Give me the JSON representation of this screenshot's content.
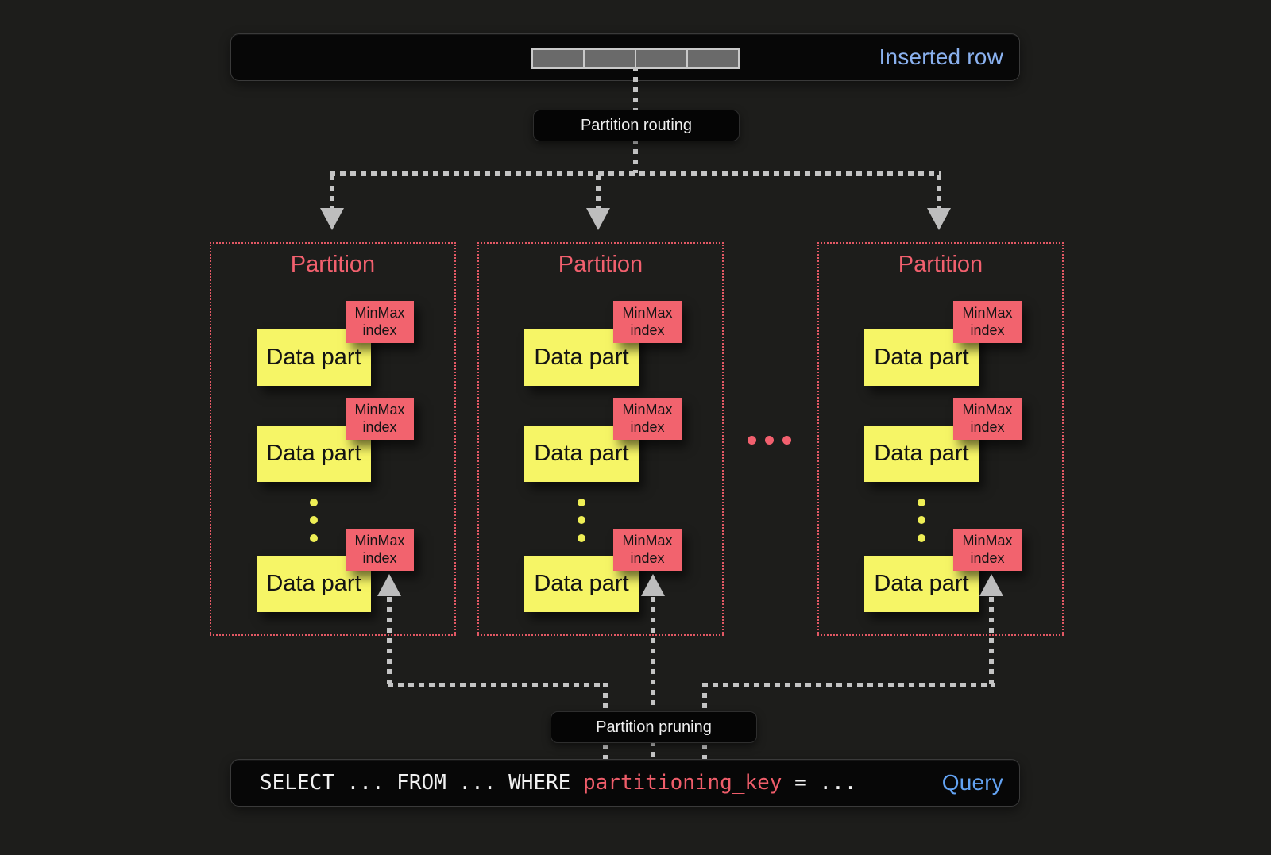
{
  "colors": {
    "background": "#1d1d1b",
    "panel_black": "#070707",
    "inserted_row_blue": "#8ab1ef",
    "query_blue": "#63a3f3",
    "partition_red": "#f2606e",
    "data_part_yellow": "#f6f566",
    "arrow_gray": "#c4c4c4",
    "segment_gray": "#6a6a6a"
  },
  "inserted_row": {
    "label": "Inserted row",
    "segment_count": 4
  },
  "routing": {
    "label": "Partition routing"
  },
  "pruning": {
    "label": "Partition pruning"
  },
  "partitions": [
    {
      "title": "Partition",
      "parts": [
        {
          "label": "Data part",
          "index_label": "MinMax index"
        },
        {
          "label": "Data part",
          "index_label": "MinMax index"
        },
        {
          "label": "Data part",
          "index_label": "MinMax index"
        }
      ]
    },
    {
      "title": "Partition",
      "parts": [
        {
          "label": "Data part",
          "index_label": "MinMax index"
        },
        {
          "label": "Data part",
          "index_label": "MinMax index"
        },
        {
          "label": "Data part",
          "index_label": "MinMax index"
        }
      ]
    },
    {
      "title": "Partition",
      "parts": [
        {
          "label": "Data part",
          "index_label": "MinMax index"
        },
        {
          "label": "Data part",
          "index_label": "MinMax index"
        },
        {
          "label": "Data part",
          "index_label": "MinMax index"
        }
      ]
    }
  ],
  "query": {
    "sql_prefix": "SELECT ... FROM ... WHERE ",
    "key": "partitioning_key",
    "sql_suffix": " = ...",
    "label": "Query"
  }
}
